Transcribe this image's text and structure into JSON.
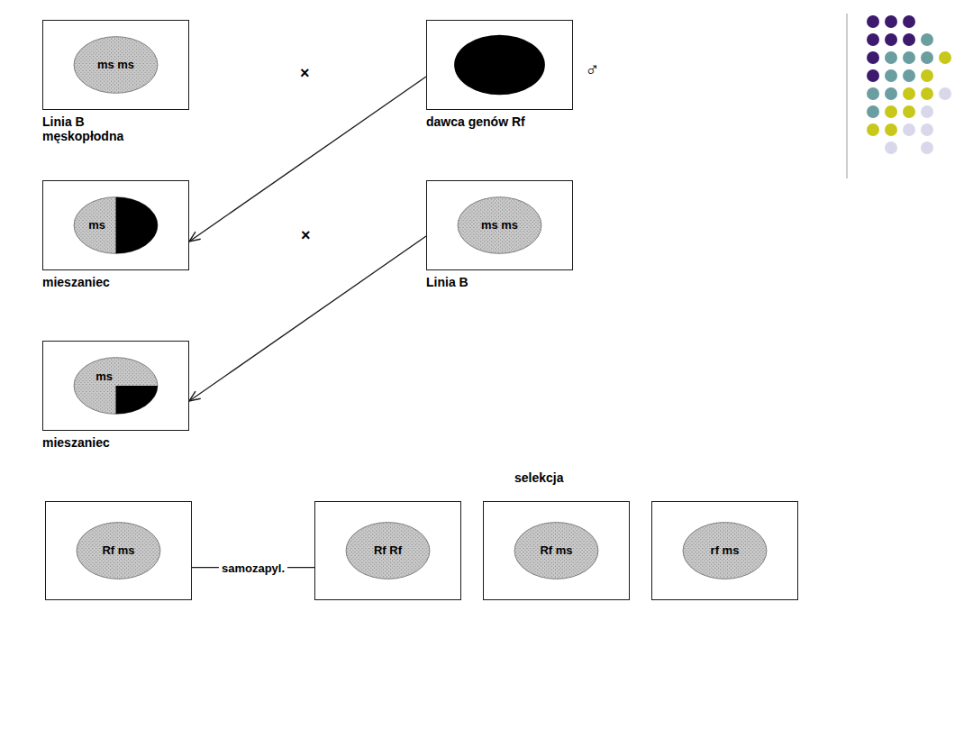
{
  "diagram": {
    "nodes": [
      {
        "text": [
          "ms ms",
          "Linia B męskopłodna"
        ]
      },
      {
        "text": [
          "dawca genów Rf"
        ]
      },
      {
        "text": [
          "ms",
          "mieszaniec"
        ]
      },
      {
        "text": [
          "ms ms",
          "Linia B"
        ]
      },
      {
        "text": [
          "ms",
          "mieszaniec"
        ]
      },
      {
        "text": [
          "Rf ms"
        ]
      },
      {
        "text": [
          "Rf Rf"
        ]
      },
      {
        "text": [
          "Rf ms"
        ]
      },
      {
        "text": [
          "rf ms"
        ]
      }
    ],
    "edges": [
      {
        "from": 1,
        "to": 2,
        "arrow": "to"
      },
      {
        "from": 3,
        "to": 4,
        "arrow": "to"
      },
      {
        "from": 5,
        "to": 6,
        "label": "samozapyl.",
        "arrow": "none"
      }
    ],
    "labels": [
      "×",
      "♂",
      "×",
      "selekcja"
    ]
  }
}
